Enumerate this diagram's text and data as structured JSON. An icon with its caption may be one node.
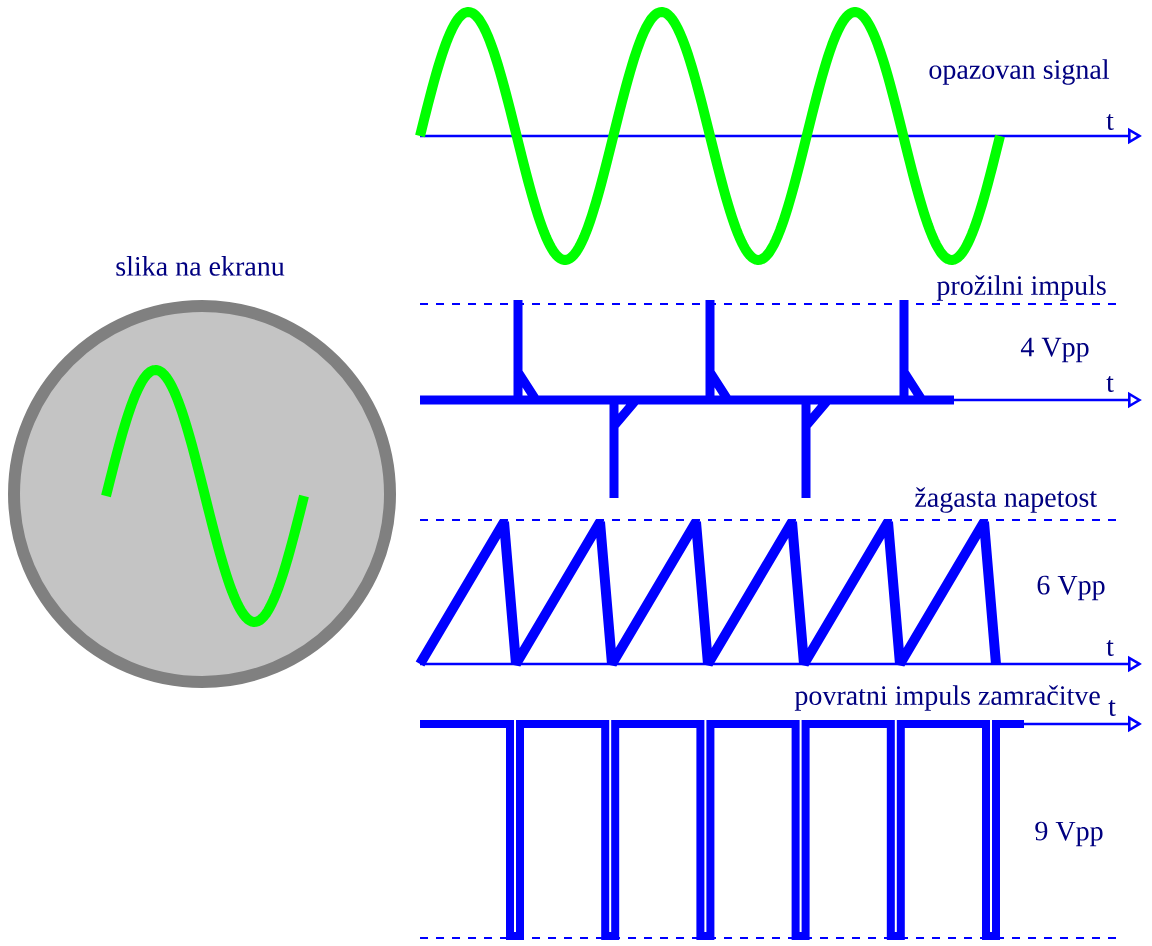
{
  "diagram": {
    "labels": [
      "opazovan signal",
      "t",
      "slika na ekranu",
      "prožilni impuls",
      "4 Vpp",
      "t",
      "žagasta napetost",
      "6 Vpp",
      "t",
      "povratni impuls zamračitve",
      "t",
      "9 Vpp"
    ]
  }
}
